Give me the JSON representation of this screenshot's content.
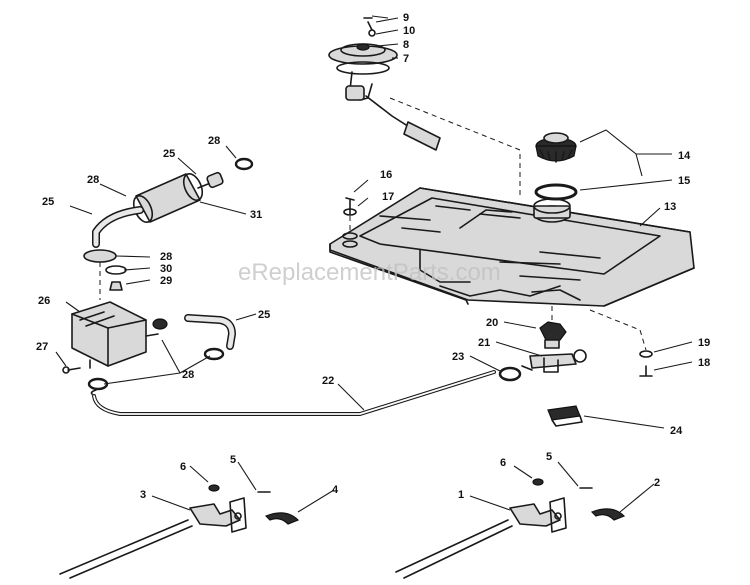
{
  "watermark": "eReplacementParts.com",
  "callouts": [
    {
      "id": "c-9",
      "text": "9"
    },
    {
      "id": "c-10",
      "text": "10"
    },
    {
      "id": "c-8",
      "text": "8"
    },
    {
      "id": "c-7",
      "text": "7"
    },
    {
      "id": "c-28a",
      "text": "28"
    },
    {
      "id": "c-25a",
      "text": "25"
    },
    {
      "id": "c-28b",
      "text": "28"
    },
    {
      "id": "c-25b",
      "text": "25"
    },
    {
      "id": "c-31",
      "text": "31"
    },
    {
      "id": "c-28c",
      "text": "28"
    },
    {
      "id": "c-30",
      "text": "30"
    },
    {
      "id": "c-29",
      "text": "29"
    },
    {
      "id": "c-26",
      "text": "26"
    },
    {
      "id": "c-25c",
      "text": "25"
    },
    {
      "id": "c-27",
      "text": "27"
    },
    {
      "id": "c-28d",
      "text": "28"
    },
    {
      "id": "c-16",
      "text": "16"
    },
    {
      "id": "c-17",
      "text": "17"
    },
    {
      "id": "c-14",
      "text": "14"
    },
    {
      "id": "c-15",
      "text": "15"
    },
    {
      "id": "c-13",
      "text": "13"
    },
    {
      "id": "c-20",
      "text": "20"
    },
    {
      "id": "c-21",
      "text": "21"
    },
    {
      "id": "c-23",
      "text": "23"
    },
    {
      "id": "c-19",
      "text": "19"
    },
    {
      "id": "c-18",
      "text": "18"
    },
    {
      "id": "c-22",
      "text": "22"
    },
    {
      "id": "c-24",
      "text": "24"
    },
    {
      "id": "c-6a",
      "text": "6"
    },
    {
      "id": "c-5a",
      "text": "5"
    },
    {
      "id": "c-3",
      "text": "3"
    },
    {
      "id": "c-4",
      "text": "4"
    },
    {
      "id": "c-6b",
      "text": "6"
    },
    {
      "id": "c-5b",
      "text": "5"
    },
    {
      "id": "c-1",
      "text": "1"
    },
    {
      "id": "c-2",
      "text": "2"
    }
  ]
}
